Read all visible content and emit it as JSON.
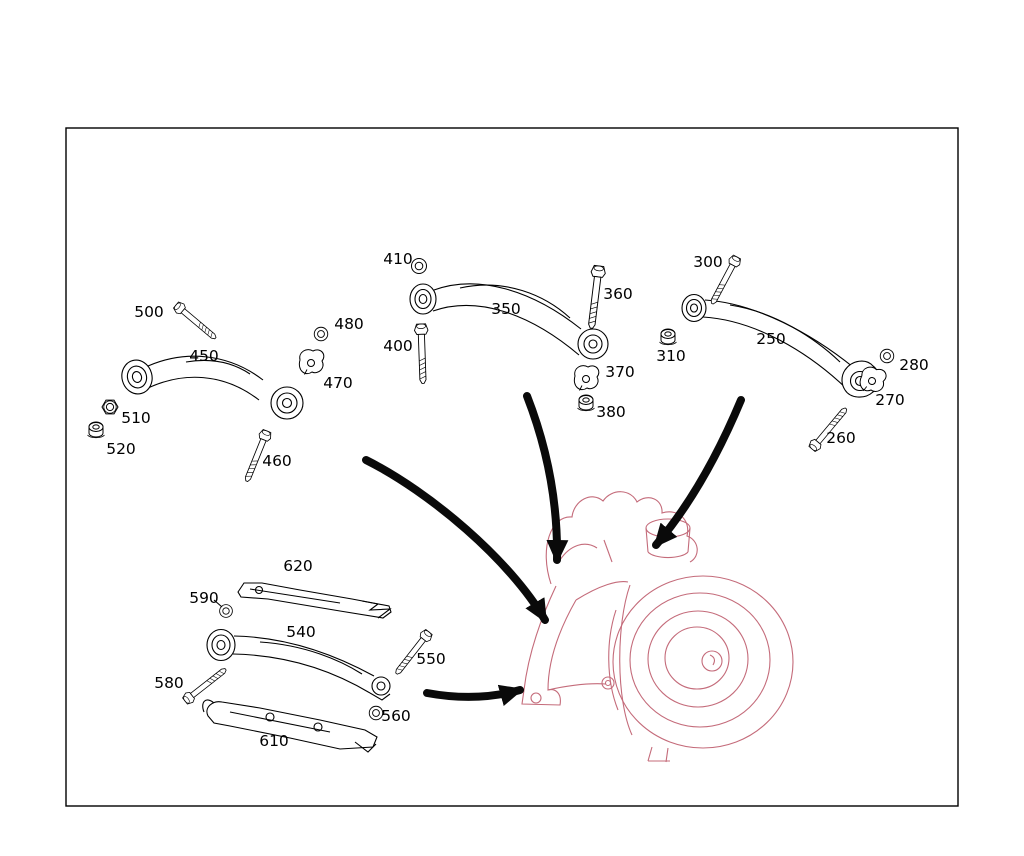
{
  "diagram": {
    "kind": "exploded-parts-diagram",
    "subject": "rear axle control arms and links with axle carrier assembly",
    "colors": {
      "part_lines": "#000000",
      "assembly_outline": "#c46b7a",
      "pointer_arrows": "#0a0a0a",
      "background": "#ffffff"
    }
  },
  "parts": [
    {
      "label": "500"
    },
    {
      "label": "450"
    },
    {
      "label": "480"
    },
    {
      "label": "470"
    },
    {
      "label": "510"
    },
    {
      "label": "520"
    },
    {
      "label": "460"
    },
    {
      "label": "410"
    },
    {
      "label": "400"
    },
    {
      "label": "350"
    },
    {
      "label": "360"
    },
    {
      "label": "370"
    },
    {
      "label": "380"
    },
    {
      "label": "300"
    },
    {
      "label": "310"
    },
    {
      "label": "250"
    },
    {
      "label": "280"
    },
    {
      "label": "270"
    },
    {
      "label": "260"
    },
    {
      "label": "620"
    },
    {
      "label": "590"
    },
    {
      "label": "540"
    },
    {
      "label": "550"
    },
    {
      "label": "580"
    },
    {
      "label": "560"
    },
    {
      "label": "610"
    }
  ]
}
